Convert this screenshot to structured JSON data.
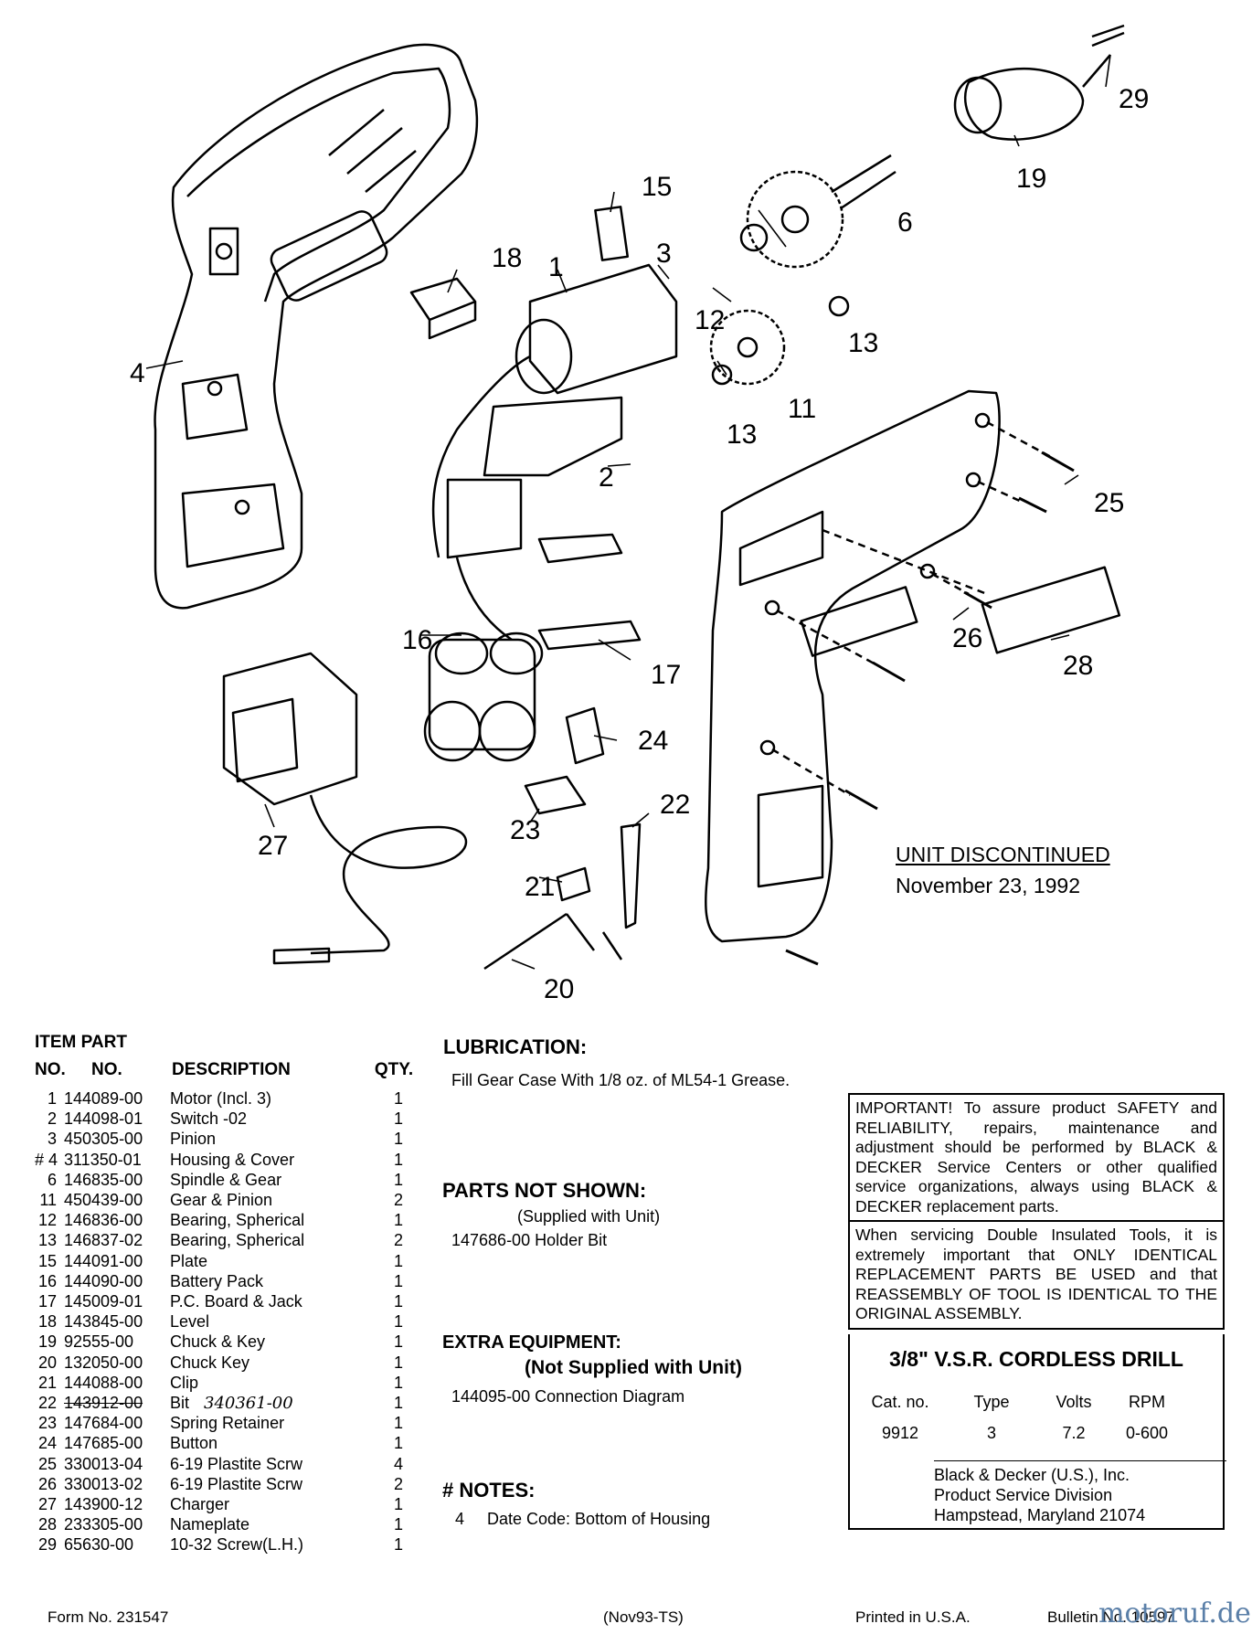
{
  "callouts": [
    "1",
    "2",
    "3",
    "4",
    "6",
    "11",
    "12",
    "13",
    "13",
    "15",
    "16",
    "17",
    "18",
    "19",
    "20",
    "21",
    "22",
    "23",
    "24",
    "25",
    "26",
    "27",
    "28",
    "29"
  ],
  "discontinued": {
    "title": "UNIT DISCONTINUED",
    "date": "November 23, 1992"
  },
  "parts_table": {
    "header_line1": "ITEM  PART",
    "headers": {
      "no": "NO.",
      "part": "NO.",
      "desc": "DESCRIPTION",
      "qty": "QTY."
    },
    "rows": [
      {
        "no": "1",
        "part": "144089-00",
        "desc": "Motor (Incl. 3)",
        "qty": "1"
      },
      {
        "no": "2",
        "part": "144098-01",
        "desc": "Switch   -02",
        "qty": "1"
      },
      {
        "no": "3",
        "part": "450305-00",
        "desc": "Pinion",
        "qty": "1"
      },
      {
        "no": "# 4",
        "part": "311350-01",
        "desc": "Housing & Cover",
        "qty": "1"
      },
      {
        "no": "6",
        "part": "146835-00",
        "desc": "Spindle & Gear",
        "qty": "1"
      },
      {
        "no": "11",
        "part": "450439-00",
        "desc": "Gear & Pinion",
        "qty": "2"
      },
      {
        "no": "12",
        "part": "146836-00",
        "desc": "Bearing, Spherical",
        "qty": "1"
      },
      {
        "no": "13",
        "part": "146837-02",
        "desc": "Bearing, Spherical",
        "qty": "2"
      },
      {
        "no": "15",
        "part": "144091-00",
        "desc": "Plate",
        "qty": "1"
      },
      {
        "no": "16",
        "part": "144090-00",
        "desc": "Battery Pack",
        "qty": "1"
      },
      {
        "no": "17",
        "part": "145009-01",
        "desc": "P.C. Board & Jack",
        "qty": "1"
      },
      {
        "no": "18",
        "part": "143845-00",
        "desc": "Level",
        "qty": "1"
      },
      {
        "no": "19",
        "part": "92555-00",
        "desc": "Chuck &  Key",
        "qty": "1"
      },
      {
        "no": "20",
        "part": "132050-00",
        "desc": "Chuck Key",
        "qty": "1"
      },
      {
        "no": "21",
        "part": "144088-00",
        "desc": "Clip",
        "qty": "1"
      },
      {
        "no": "22",
        "part": "143912-00",
        "desc": "Bit",
        "desc_note": "340361-00",
        "qty": "1"
      },
      {
        "no": "23",
        "part": "147684-00",
        "desc": "Spring Retainer",
        "qty": "1"
      },
      {
        "no": "24",
        "part": "147685-00",
        "desc": "Button",
        "qty": "1"
      },
      {
        "no": "25",
        "part": "330013-04",
        "desc": "6-19 Plastite Scrw",
        "qty": "4"
      },
      {
        "no": "26",
        "part": "330013-02",
        "desc": "6-19 Plastite Scrw",
        "qty": "2"
      },
      {
        "no": "27",
        "part": "143900-12",
        "desc": "Charger",
        "qty": "1"
      },
      {
        "no": "28",
        "part": "233305-00",
        "desc": "Nameplate",
        "qty": "1"
      },
      {
        "no": "29",
        "part": "65630-00",
        "desc": "10-32 Screw(L.H.)",
        "qty": "1"
      }
    ]
  },
  "lubrication": {
    "heading": "LUBRICATION:",
    "text": "Fill Gear Case With 1/8 oz. of ML54-1 Grease."
  },
  "parts_not_shown": {
    "heading": "PARTS NOT SHOWN:",
    "sub": "(Supplied with Unit)",
    "item": "147686-00 Holder Bit"
  },
  "extra_equipment": {
    "heading": "EXTRA EQUIPMENT:",
    "sub": "(Not Supplied with Unit)",
    "item": "144095-00 Connection Diagram"
  },
  "notes": {
    "heading": "# NOTES:",
    "num": "4",
    "text": "Date Code: Bottom of  Housing"
  },
  "important_notice": "IMPORTANT! To assure product SAFETY and RELIABILITY, repairs, maintenance and adjustment should be performed by BLACK & DECKER Service Centers or other qualified service organizations, always using BLACK & DECKER replacement parts.",
  "double_insulated_notice": "When servicing Double Insulated Tools, it is extremely important that ONLY IDENTICAL REPLACEMENT PARTS BE USED and that REASSEMBLY OF TOOL IS IDENTICAL TO THE ORIGINAL ASSEMBLY.",
  "unit": {
    "title": "3/8\" V.S.R. CORDLESS DRILL",
    "labels": {
      "cat": "Cat. no.",
      "type": "Type",
      "volts": "Volts",
      "rpm": "RPM"
    },
    "values": {
      "cat": "9912",
      "type": "3",
      "volts": "7.2",
      "rpm": "0-600"
    }
  },
  "address": {
    "line1": "Black & Decker (U.S.), Inc.",
    "line2": "Product Service Division",
    "line3": "Hampstead, Maryland 21074"
  },
  "footer": {
    "form": "Form No. 231547",
    "date_code": "(Nov93-TS)",
    "printed": "Printed in U.S.A.",
    "bulletin": "Bulletin No. 10597",
    "watermark": "motoruf.de"
  }
}
